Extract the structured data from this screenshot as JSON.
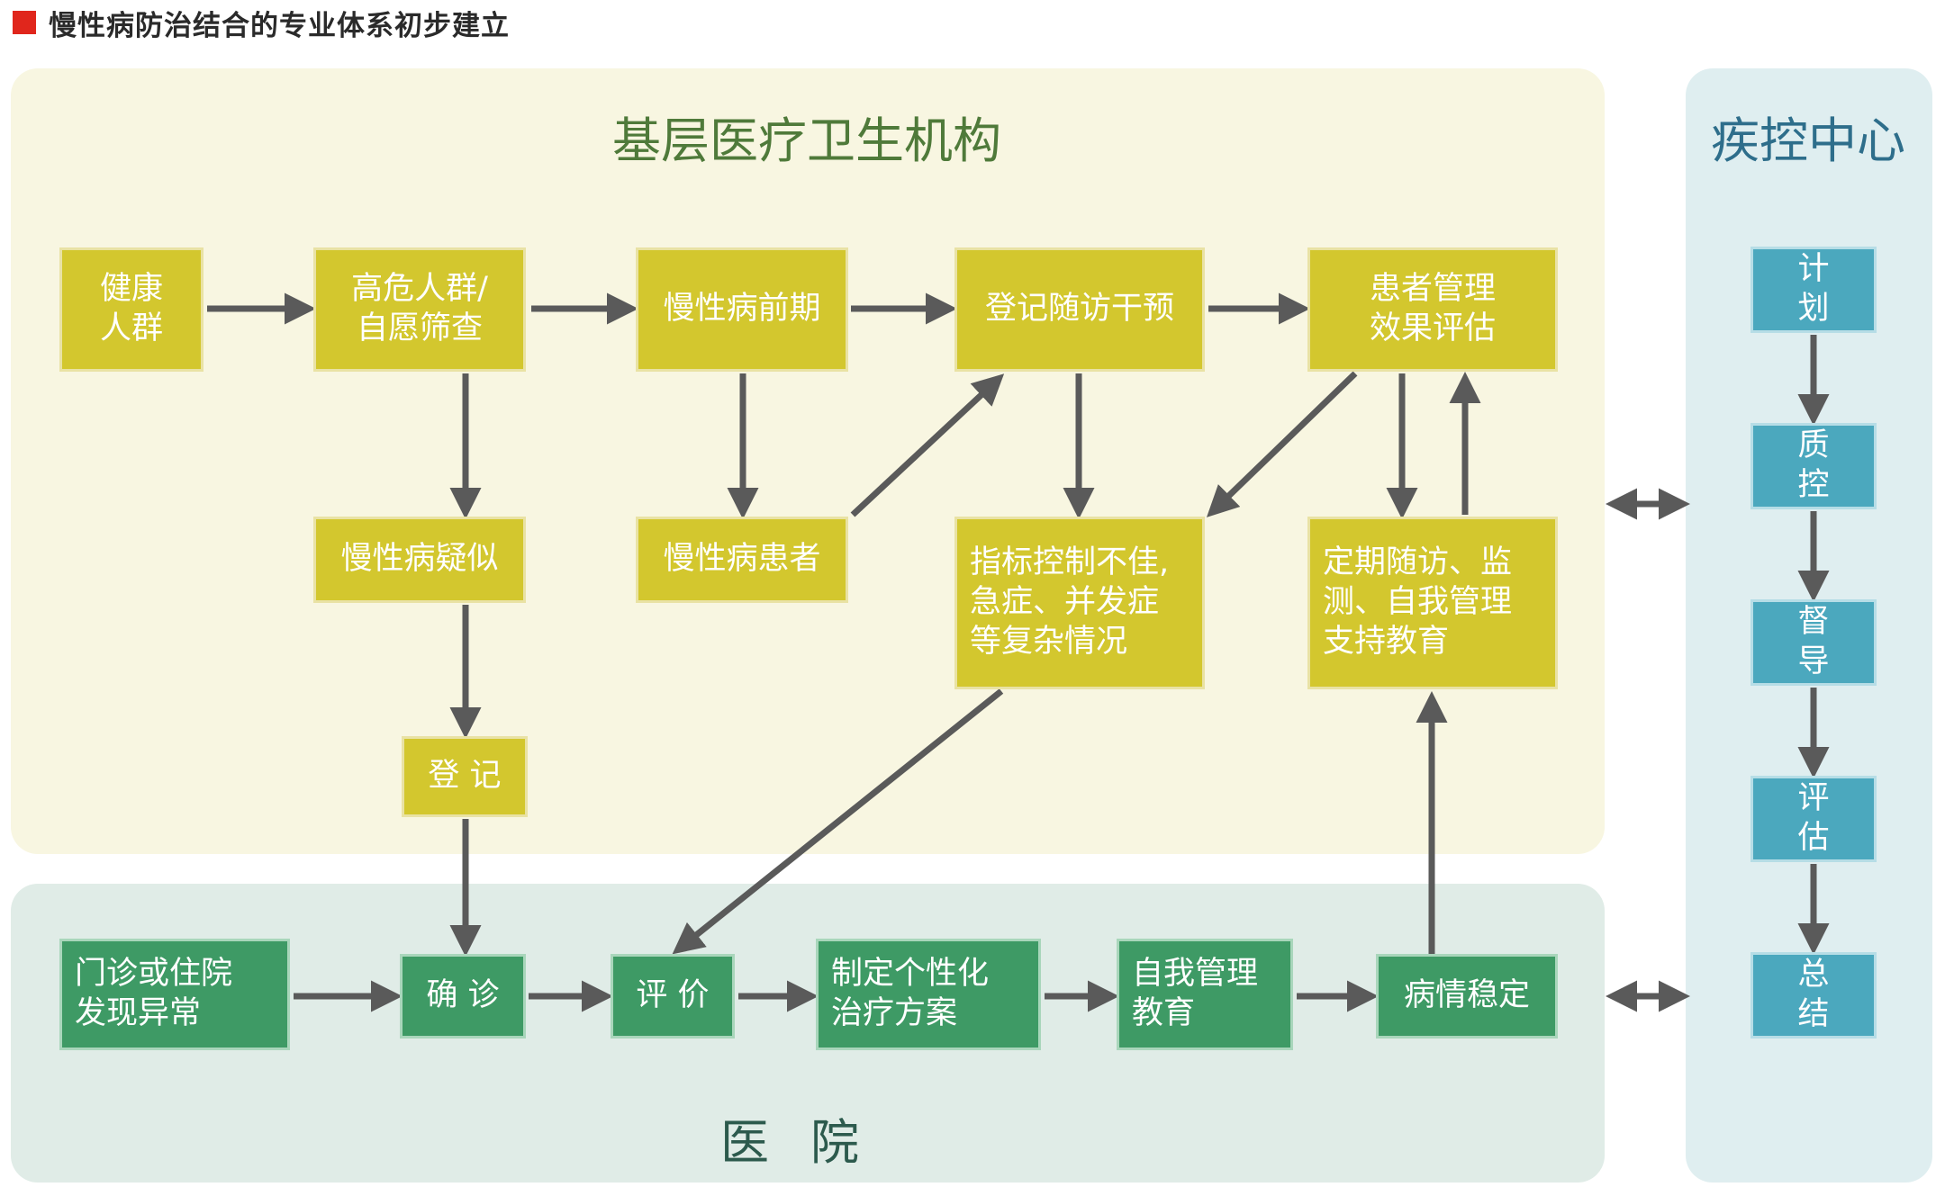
{
  "page_title": "慢性病防治结合的专业体系初步建立",
  "regions": {
    "primary": "基层医疗卫生机构",
    "hospital": "医院",
    "cdc": "疾控中心"
  },
  "nodes": {
    "healthy": "健康\n人群",
    "high_risk": "高危人群/\n自愿筛查",
    "pre_chronic": "慢性病前期",
    "register_followup": "登记随访干预",
    "effect_eval": "患者管理\n效果评估",
    "suspected": "慢性病疑似",
    "patient": "慢性病患者",
    "poor_control": "指标控制不佳,\n急症、并发症\n等复杂情况",
    "regular_followup": "定期随访、监\n测、自我管理\n支持教育",
    "register": "登 记",
    "outpatient": "门诊或住院\n发现异常",
    "diagnosis": "确 诊",
    "evaluate": "评 价",
    "treatment_plan": "制定个性化\n治疗方案",
    "self_mgmt": "自我管理\n教育",
    "stable": "病情稳定",
    "plan": "计划",
    "quality": "质控",
    "supervise": "督导",
    "assess": "评估",
    "summary": "总结"
  },
  "colors": {
    "primary_bg": "#f8f6e1",
    "hospital_bg": "#e0ece7",
    "cdc_bg": "#dfeef0",
    "yellow_box": "#d3c72e",
    "green_box": "#3e9a65",
    "teal_box": "#4ba8be",
    "arrow": "#5a5a5a",
    "title_square": "#e0261c"
  }
}
